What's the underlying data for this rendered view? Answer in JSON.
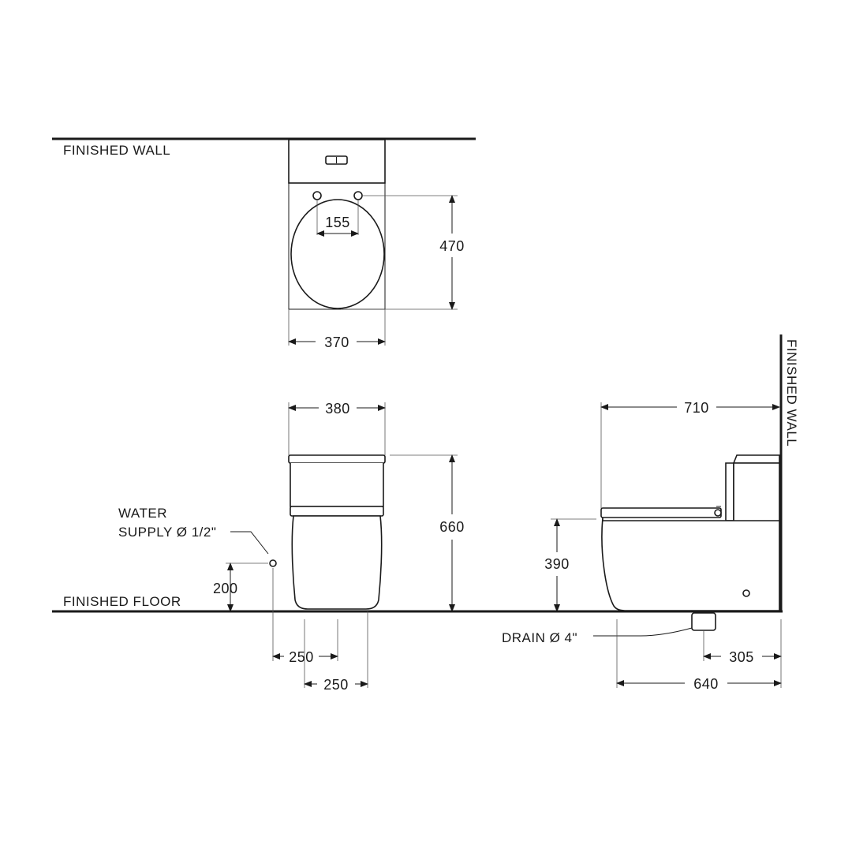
{
  "labels": {
    "finished_wall_top": "FINISHED WALL",
    "finished_wall_side": "FINISHED WALL",
    "finished_floor": "FINISHED FLOOR",
    "water_supply_line1": "WATER",
    "water_supply_line2": "SUPPLY Ø 1/2\"",
    "drain": "DRAIN Ø 4\""
  },
  "dimensions": {
    "top_seat_hinge_spacing": "155",
    "top_seat_depth": "470",
    "top_width": "370",
    "front_width": "380",
    "front_height": "660",
    "supply_height": "200",
    "supply_offset": "250",
    "front_base_offset": "250",
    "side_depth": "710",
    "seat_height": "390",
    "drain_from_wall": "305",
    "side_base_depth": "640"
  }
}
